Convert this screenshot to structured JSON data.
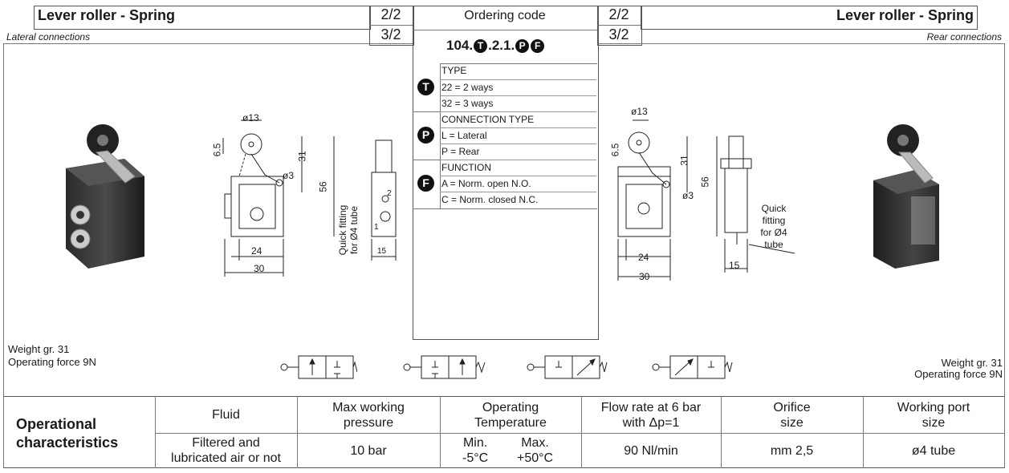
{
  "header": {
    "left_title": "Lever roller - Spring",
    "right_title": "Lever roller - Spring",
    "left_subtitle": "Lateral connections",
    "right_subtitle": "Rear connections",
    "ways_top": "2/2",
    "ways_bottom": "3/2"
  },
  "ordering": {
    "title": "Ordering code",
    "code_prefix": "104.",
    "code_mid": ".2.1.",
    "sym_T": "T",
    "sym_P": "P",
    "sym_F": "F",
    "type_header": "TYPE",
    "type_opts": [
      "22 = 2 ways",
      "32 = 3 ways"
    ],
    "conn_header": "CONNECTION TYPE",
    "conn_opts": [
      "L = Lateral",
      "P = Rear"
    ],
    "func_header": "FUNCTION",
    "func_opts": [
      "A = Norm. open N.O.",
      "C = Norm. closed N.C."
    ]
  },
  "left_specs": {
    "weight": "Weight gr. 31",
    "force": "Operating force 9N"
  },
  "right_specs": {
    "weight": "Weight gr. 31",
    "force": "Operating force 9N"
  },
  "drawing_left": {
    "d13": "ø13",
    "h65": "6.5",
    "h31": "31",
    "h56": "56",
    "w24": "24",
    "w30": "30",
    "w15": "15",
    "d3": "ø3",
    "quick1": "Quick fitting",
    "quick2": "for Ø4 tube",
    "port2": "2",
    "port1": "1"
  },
  "drawing_right": {
    "d13": "ø13",
    "h65": "6.5",
    "h31": "31",
    "h56": "56",
    "w24": "24",
    "w30": "30",
    "w15": "15",
    "d3": "ø3",
    "quick": [
      "Quick",
      "fitting",
      "for Ø4",
      "tube"
    ]
  },
  "table": {
    "row_title_1": "Operational",
    "row_title_2": "characteristics",
    "headers": [
      "Fluid",
      "Max working\npressure",
      "Operating\nTemperature",
      "Flow rate at 6 bar\nwith Δp=1",
      "Orifice\nsize",
      "Working port\nsize"
    ],
    "values": {
      "fluid": "Filtered and\nlubricated air or not",
      "pressure": "10 bar",
      "temp_min_label": "Min.",
      "temp_min": "-5°C",
      "temp_max_label": "Max.",
      "temp_max": "+50°C",
      "flow": "90 Nl/min",
      "orifice": "mm 2,5",
      "port": "ø4 tube"
    }
  },
  "colors": {
    "border": "#555555",
    "symbol_fill": "#111111"
  }
}
